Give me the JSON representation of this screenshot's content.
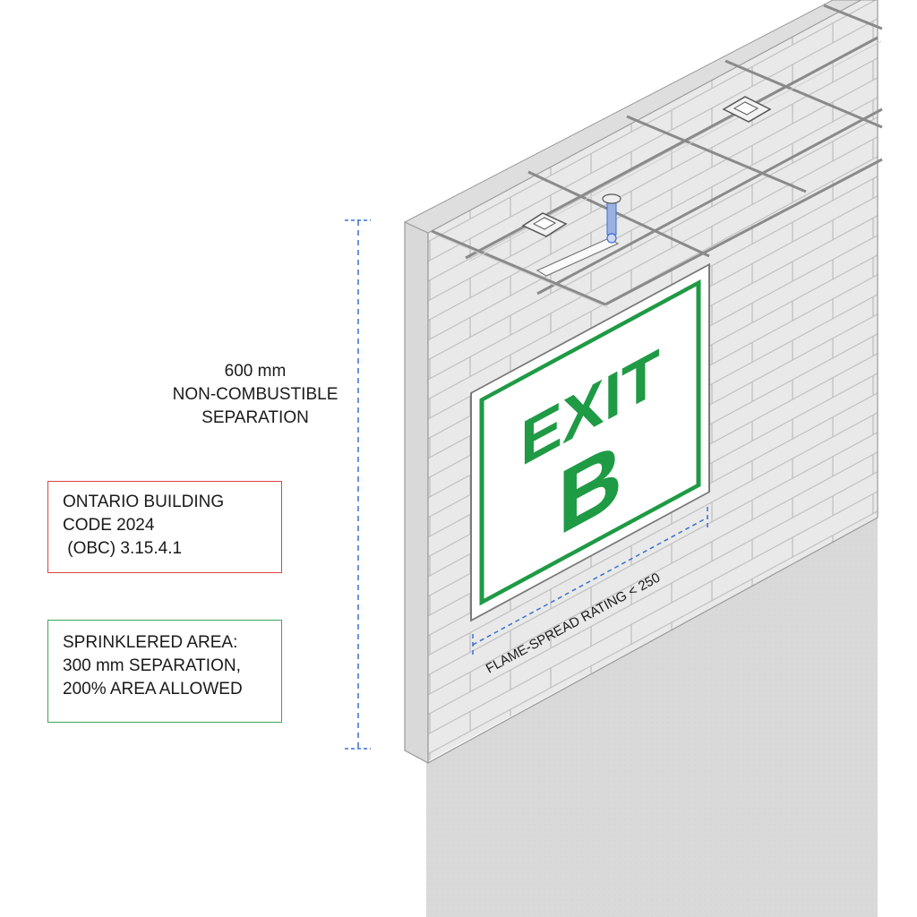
{
  "sign": {
    "line1": "EXIT",
    "line2": "B",
    "color": "#1f9a45"
  },
  "separation": {
    "line1": "600 mm",
    "line2": "NON-COMBUSTIBLE",
    "line3": "SEPARATION"
  },
  "code_box": {
    "line1": "ONTARIO BUILDING",
    "line2": "CODE 2024",
    "line3": " (OBC) 3.15.4.1",
    "border_color": "#d64545"
  },
  "sprinkler_box": {
    "line1": "SPRINKLERED AREA:",
    "line2": "300 mm SEPARATION,",
    "line3": "200% AREA ALLOWED",
    "border_color": "#3fa35a"
  },
  "flame_spread": {
    "text": "FLAME-SPREAD RATING < 250"
  },
  "colors": {
    "dimension_line": "#3a6fd1",
    "wall": "#e6e6e6",
    "floor": "#dcdcdc"
  }
}
